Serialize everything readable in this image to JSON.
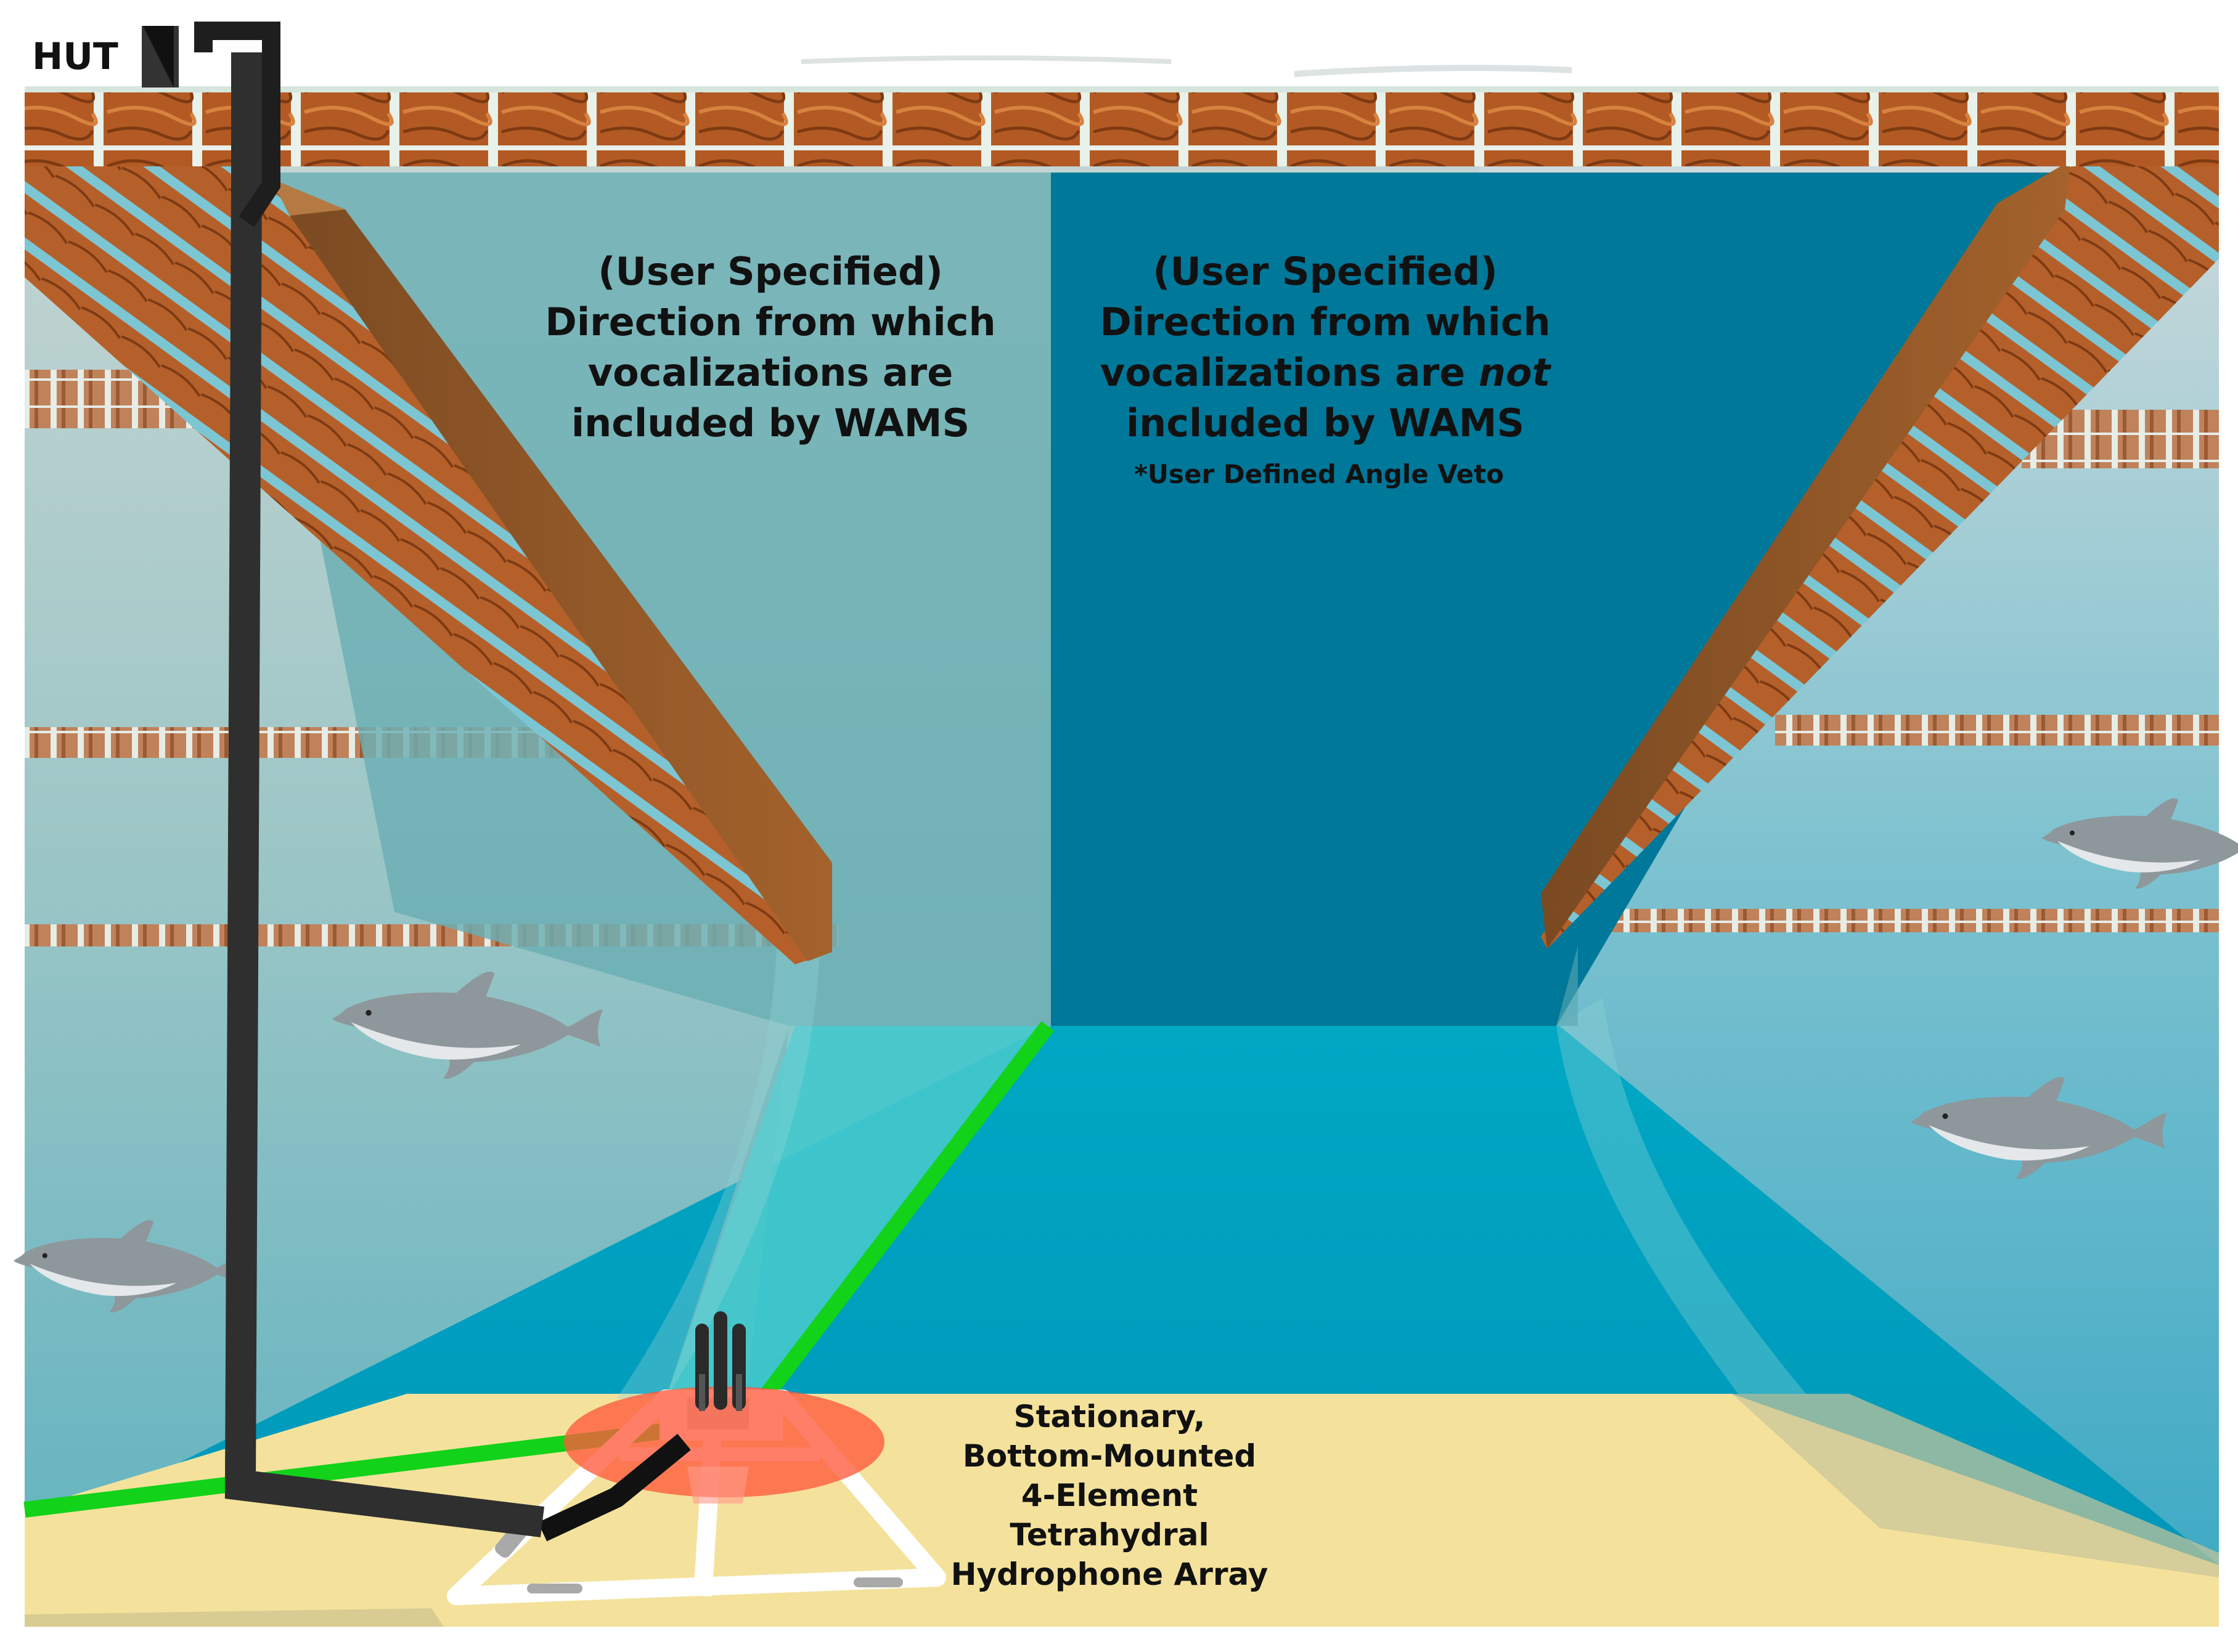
{
  "labels": {
    "hut": "HUT",
    "included_line1": "(User Specified)",
    "included_line2": "Direction from which",
    "included_line3": "vocalizations are",
    "included_line4": "included by WAMS",
    "excluded_line1": "(User Specified)",
    "excluded_line2": "Direction from which",
    "excluded_line3_prefix": "vocalizations are ",
    "excluded_line3_emph": "not",
    "excluded_line4": "included by WAMS",
    "excluded_note": "*User Defined Angle Veto",
    "array_line1": "Stationary,",
    "array_line2": "Bottom-Mounted",
    "array_line3": "4-Element",
    "array_line4": "Tetrahydral",
    "array_line5": "Hydrophone Array"
  },
  "colors": {
    "water_light": "#8fc0c2",
    "water_included": "#6aafb3",
    "water_excluded": "#00789a",
    "water_floor": "#0099b8",
    "seabed": "#f4e29c",
    "dock_wood": "#b35a24",
    "cable": "#2a2a2a",
    "boundary_line": "#12d21a",
    "detection_zone": "#ff5a3c"
  },
  "icons": [
    "dolphin-icon",
    "hydrophone-icon",
    "cable-icon",
    "dock-icon"
  ]
}
